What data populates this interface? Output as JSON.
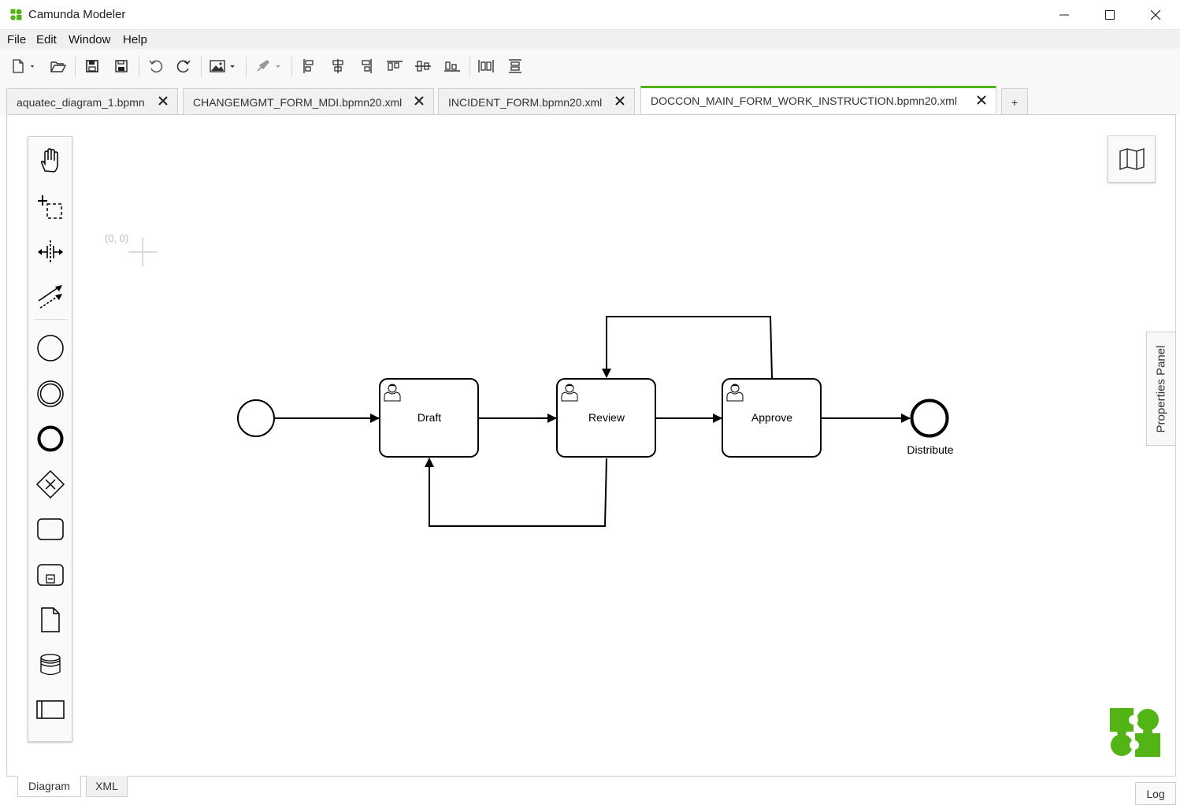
{
  "window": {
    "title": "Camunda Modeler",
    "brand_color": "#52b415"
  },
  "menu": {
    "items": [
      "File",
      "Edit",
      "Window",
      "Help"
    ]
  },
  "toolbar": {
    "buttons": [
      "new-file-icon",
      "open-folder-icon",
      "save-icon",
      "save-as-icon",
      "undo-icon",
      "redo-icon",
      "export-image-icon",
      "color-brush-icon",
      "align-left-icon",
      "align-center-icon",
      "align-right-icon",
      "align-top-icon",
      "align-middle-icon",
      "align-bottom-icon",
      "distribute-horizontal-icon",
      "distribute-vertical-icon"
    ]
  },
  "tabs": {
    "items": [
      {
        "label": "aquatec_diagram_1.bpmn",
        "active": false
      },
      {
        "label": "CHANGEMGMT_FORM_MDI.bpmn20.xml",
        "active": false
      },
      {
        "label": "INCIDENT_FORM.bpmn20.xml",
        "active": false
      },
      {
        "label": "DOCCON_MAIN_FORM_WORK_INSTRUCTION.bpmn20.xml",
        "active": true
      }
    ],
    "add_label": "+"
  },
  "palette": {
    "tools": [
      "hand-tool-icon",
      "lasso-tool-icon",
      "space-tool-icon",
      "global-connect-icon",
      "start-event-icon",
      "intermediate-event-icon",
      "end-event-icon",
      "gateway-icon",
      "task-icon",
      "subprocess-icon",
      "data-object-icon",
      "data-store-icon",
      "participant-icon"
    ]
  },
  "canvas": {
    "origin_label": "(0, 0)",
    "properties_panel_label": "Properties Panel"
  },
  "diagram": {
    "tasks": [
      {
        "name": "Draft",
        "type": "user-task"
      },
      {
        "name": "Review",
        "type": "user-task"
      },
      {
        "name": "Approve",
        "type": "user-task"
      }
    ],
    "end_event": {
      "name": "Distribute"
    }
  },
  "bottom": {
    "tabs": [
      {
        "label": "Diagram",
        "active": true
      },
      {
        "label": "XML",
        "active": false
      }
    ],
    "log_label": "Log"
  }
}
